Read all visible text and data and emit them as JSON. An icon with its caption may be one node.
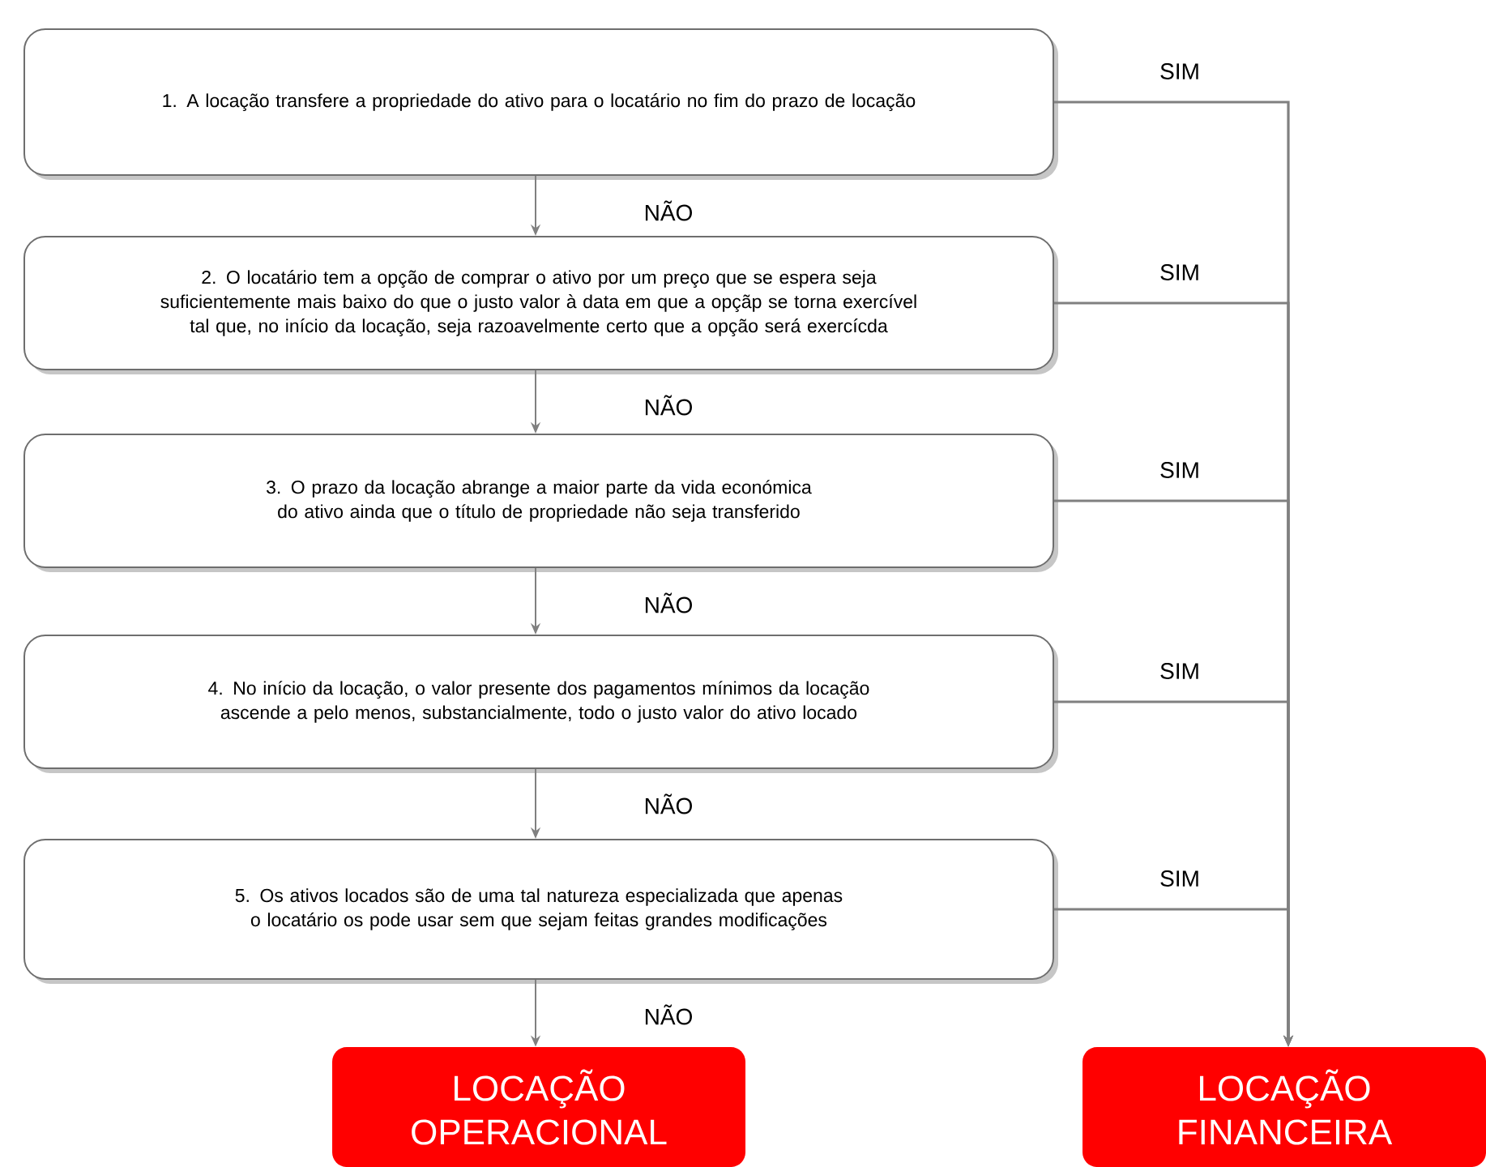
{
  "diagram": {
    "nodes": [
      {
        "text": [
          "1. A locação transfere a propriedade do ativo para o locatário no fim do prazo de locação"
        ]
      },
      {
        "text": [
          "2. O locatário tem a opção de comprar o ativo por um preço que se espera seja suficientemente mais baixo do que o justo valor à data em que a opçãp se torna exercível  tal que, no início da locação, seja razoavelmente certo que a opção será exercícda"
        ]
      },
      {
        "text": [
          "3. O prazo da locação abrange a maior parte da vida económica do ativo ainda que o título de propriedade não seja transferido"
        ]
      },
      {
        "text": [
          "4. No início da locação, o valor presente dos pagamentos mínimos da locação ascende a pelo menos, substancialmente, todo o justo valor do ativo locado"
        ]
      },
      {
        "text": [
          "5. Os ativos locados são de uma tal natureza especializada que apenas o locatário os pode usar sem que sejam feitas grandes modificações"
        ]
      },
      {
        "text": [
          "LOCAÇÃO OPERACIONAL"
        ]
      },
      {
        "text": [
          "LOCAÇÃO FINANCEIRA"
        ]
      }
    ],
    "edges": [
      {
        "from": 0,
        "to": 1,
        "arrow": "to",
        "label": "NÃO"
      },
      {
        "from": 1,
        "to": 2,
        "arrow": "to",
        "label": "NÃO"
      },
      {
        "from": 2,
        "to": 3,
        "arrow": "to",
        "label": "NÃO"
      },
      {
        "from": 3,
        "to": 4,
        "arrow": "to",
        "label": "NÃO"
      },
      {
        "from": 4,
        "to": 5,
        "arrow": "to",
        "label": "NÃO"
      },
      {
        "from": 0,
        "to": 6,
        "arrow": "to",
        "label": "SIM"
      },
      {
        "from": 1,
        "to": 6,
        "arrow": "to",
        "label": "SIM"
      },
      {
        "from": 2,
        "to": 6,
        "arrow": "to",
        "label": "SIM"
      },
      {
        "from": 3,
        "to": 6,
        "arrow": "to",
        "label": "SIM"
      },
      {
        "from": 4,
        "to": 6,
        "arrow": "to",
        "label": "SIM"
      }
    ]
  }
}
